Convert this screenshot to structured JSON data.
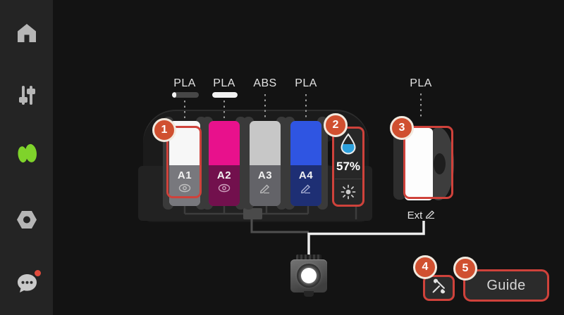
{
  "sidebar": {
    "items": [
      {
        "label": "home",
        "icon": "home-icon"
      },
      {
        "label": "adjustments",
        "icon": "sliders-icon"
      },
      {
        "label": "filament",
        "icon": "spool-icon",
        "active": true
      },
      {
        "label": "settings",
        "icon": "hex-nut-icon"
      },
      {
        "label": "messages",
        "icon": "chat-icon",
        "has_badge": true
      }
    ],
    "active_color": "#7fd32b",
    "badge_color": "#e04b3c"
  },
  "ams": {
    "slots": [
      {
        "id": "A1",
        "material": "PLA",
        "color": "#f7f7f7",
        "remain_fill": "15%",
        "action": "view"
      },
      {
        "id": "A2",
        "material": "PLA",
        "color": "#e8118c",
        "remain_fill": "100%",
        "action": "view"
      },
      {
        "id": "A3",
        "material": "ABS",
        "color": "#c7c7c7",
        "action": "edit"
      },
      {
        "id": "A4",
        "material": "PLA",
        "color": "#2f55e2",
        "action": "edit"
      }
    ],
    "humidity": {
      "value": "57%",
      "drop_color": "#2da0dc"
    }
  },
  "external_spool": {
    "id": "Ext",
    "material": "PLA",
    "color": "#fdfdfd",
    "action": "edit"
  },
  "callouts": [
    {
      "n": "1"
    },
    {
      "n": "2"
    },
    {
      "n": "3"
    },
    {
      "n": "4"
    },
    {
      "n": "5"
    }
  ],
  "callout_style": {
    "circle_fill": "#d05030",
    "circle_border": "#f2e9de",
    "box_border": "#cf423b"
  },
  "buttons": {
    "guide": "Guide",
    "tools_icon": "tools-icon"
  }
}
